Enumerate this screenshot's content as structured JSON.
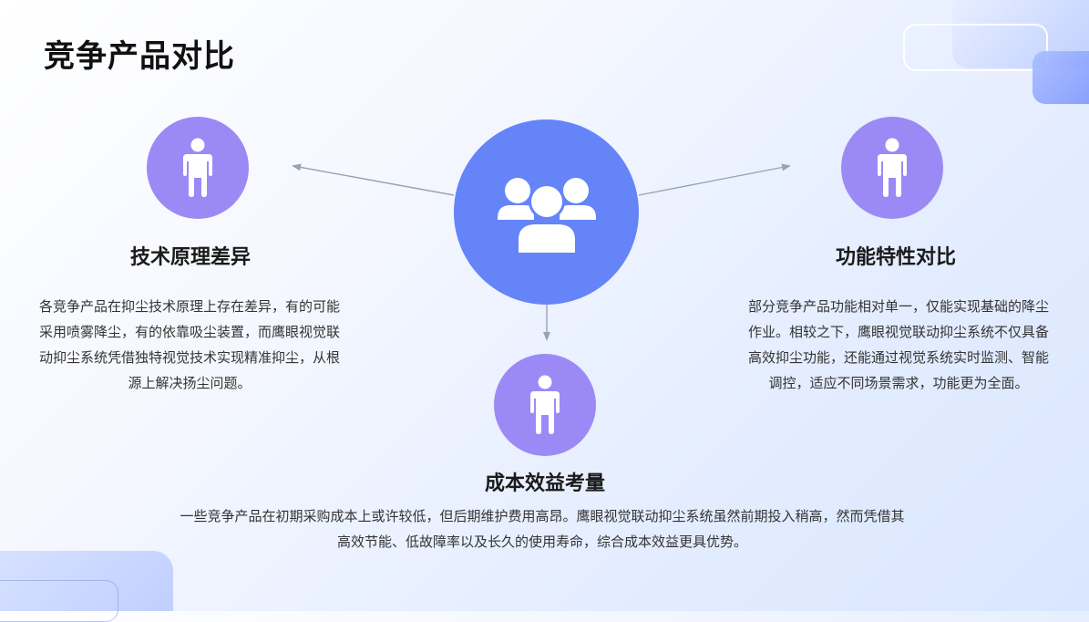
{
  "page": {
    "title": "竞争产品对比"
  },
  "center": {
    "icon": "user-group-icon"
  },
  "nodes": {
    "tech": {
      "icon": "person-icon",
      "title": "技术原理差异",
      "description": "各竞争产品在抑尘技术原理上存在差异，有的可能采用喷雾降尘，有的依靠吸尘装置，而鹰眼视觉联动抑尘系统凭借独特视觉技术实现精准抑尘，从根源上解决扬尘问题。"
    },
    "function": {
      "icon": "person-icon",
      "title": "功能特性对比",
      "description": "部分竞争产品功能相对单一，仅能实现基础的降尘作业。相较之下，鹰眼视觉联动抑尘系统不仅具备高效抑尘功能，还能通过视觉系统实时监测、智能调控，适应不同场景需求，功能更为全面。"
    },
    "cost": {
      "icon": "person-icon",
      "title": "成本效益考量",
      "description": "一些竞争产品在初期采购成本上或许较低，但后期维护费用高昂。鹰眼视觉联动抑尘系统虽然前期投入稍高，然而凭借其高效节能、低故障率以及长久的使用寿命，综合成本效益更具优势。"
    }
  },
  "colors": {
    "center_circle": "#6584f7",
    "node_circle": "#9b8af5",
    "connector": "#9aa3b5"
  }
}
